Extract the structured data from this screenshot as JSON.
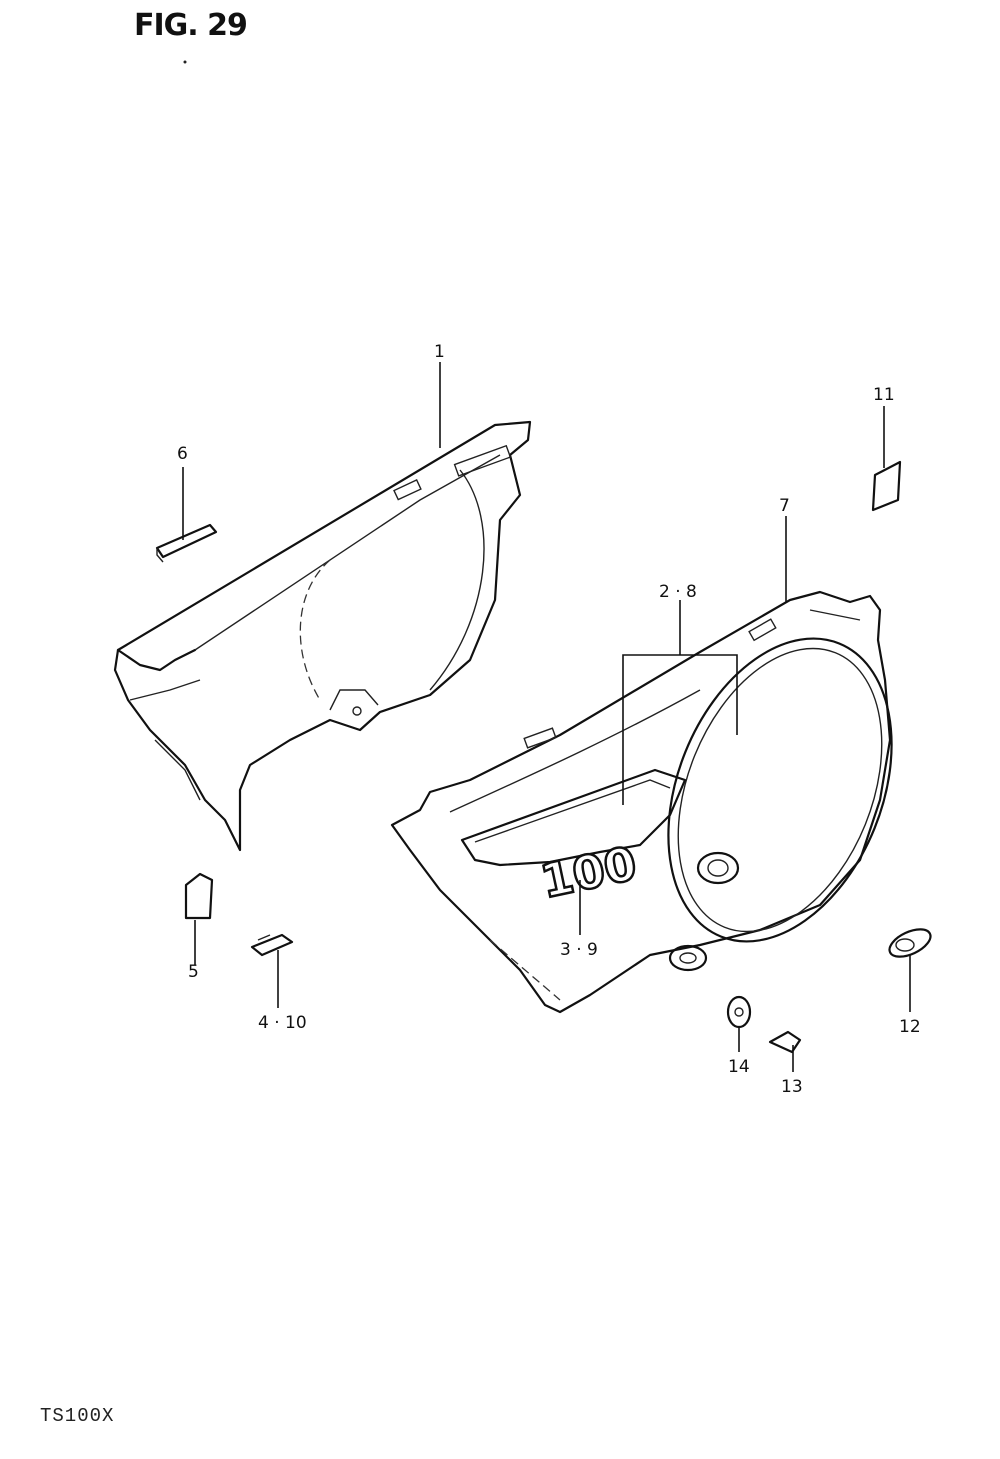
{
  "figure": {
    "title": "FIG. 29",
    "model_code": "TS100X"
  },
  "callouts": {
    "c1": "1",
    "c6": "6",
    "c5": "5",
    "c4_10": "4 · 10",
    "c2_8": "2 · 8",
    "c7": "7",
    "c11": "11",
    "c3_9": "3 · 9",
    "c12": "12",
    "c13": "13",
    "c14": "14"
  },
  "decal": {
    "text": "100"
  }
}
